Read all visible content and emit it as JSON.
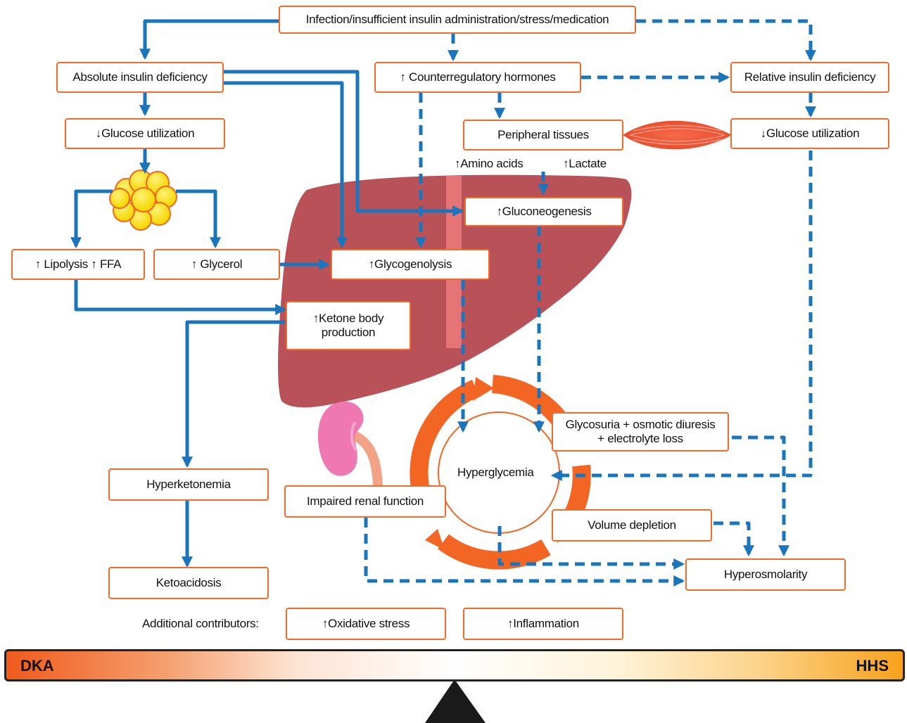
{
  "boxes": {
    "trigger": "Infection/insufficient insulin administration/stress/medication",
    "absolute_deficiency": "Absolute insulin deficiency",
    "counterregulatory": "↑ Counterregulatory hormones",
    "relative_deficiency": "Relative insulin deficiency",
    "glucose_util_left": "↓Glucose utilization",
    "peripheral_tissues": "Peripheral tissues",
    "glucose_util_right": "↓Glucose utilization",
    "gluconeogenesis": "↑Gluconeogenesis",
    "lipolysis": "↑ Lipolysis ↑ FFA",
    "glycerol": "↑ Glycerol",
    "glycogenolysis": "↑Glycogenolysis",
    "ketone_line1": "↑Ketone body",
    "ketone_line2": "production",
    "glycosuria_line1": "Glycosuria + osmotic diuresis",
    "glycosuria_line2": "+ electrolyte loss",
    "hyperglycemia": "Hyperglycemia",
    "hyperketonemia": "Hyperketonemia",
    "impaired_renal": "Impaired renal function",
    "volume_depletion": "Volume depletion",
    "hyperosmolarity": "Hyperosmolarity",
    "ketoacidosis": "Ketoacidosis",
    "oxidative_stress": "↑Oxidative stress",
    "inflammation": "↑Inflammation"
  },
  "labels": {
    "amino_acids": "↑Amino acids",
    "lactate": "↑Lactate",
    "additional": "Additional contributors:"
  },
  "scale": {
    "left": "DKA",
    "right": "HHS"
  },
  "legend_colors": {
    "solid_arrow": "#1a75bc",
    "dashed_arrow": "#1a75bc",
    "box_border": "#f26b2a",
    "liver": "#b95258",
    "cycle": "#f26522"
  }
}
